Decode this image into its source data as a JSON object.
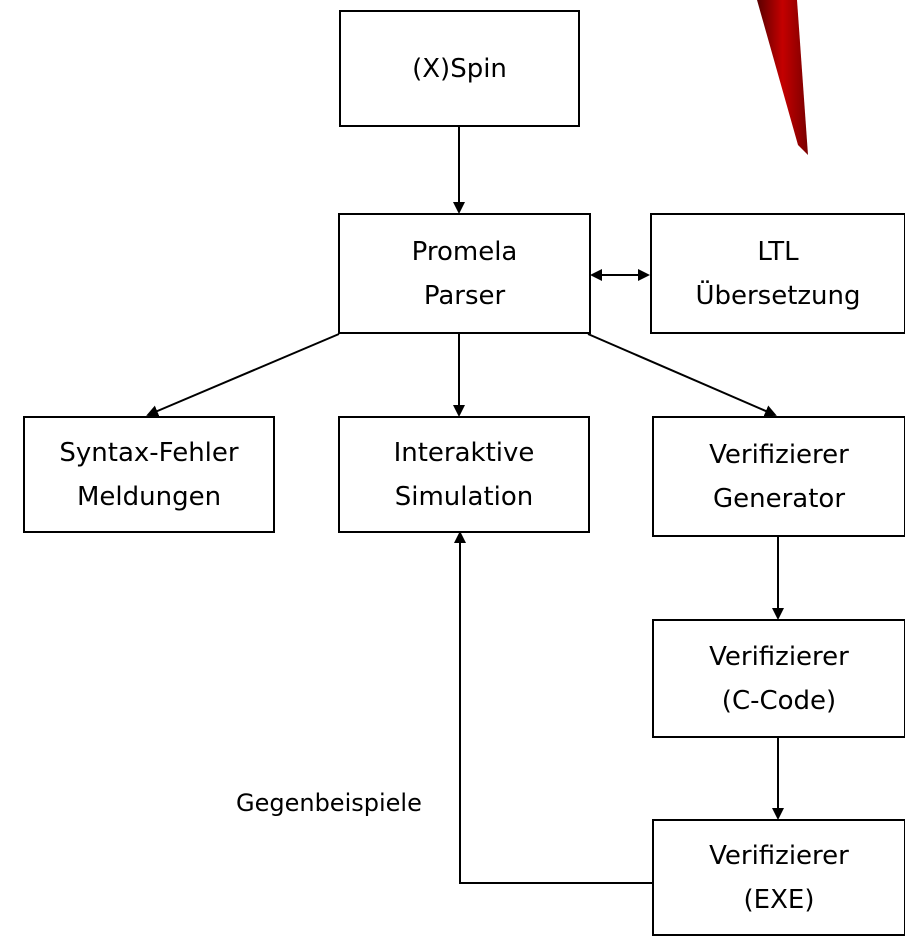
{
  "nodes": {
    "xspin": {
      "lines": [
        "(X)Spin"
      ]
    },
    "promela": {
      "lines": [
        "Promela",
        "Parser"
      ]
    },
    "ltl": {
      "lines": [
        "LTL",
        "Übersetzung"
      ]
    },
    "syntax": {
      "lines": [
        "Syntax-Fehler",
        "Meldungen"
      ]
    },
    "simulation": {
      "lines": [
        "Interaktive",
        "Simulation"
      ]
    },
    "generator": {
      "lines": [
        "Verifizierer",
        "Generator"
      ]
    },
    "ccode": {
      "lines": [
        "Verifizierer",
        "(C-Code)"
      ]
    },
    "exe": {
      "lines": [
        "Verifizierer",
        "(EXE)"
      ]
    }
  },
  "edge_labels": {
    "counterexamples": "Gegenbeispiele"
  },
  "colors": {
    "line": "#000000",
    "decoration": "#b00000"
  }
}
